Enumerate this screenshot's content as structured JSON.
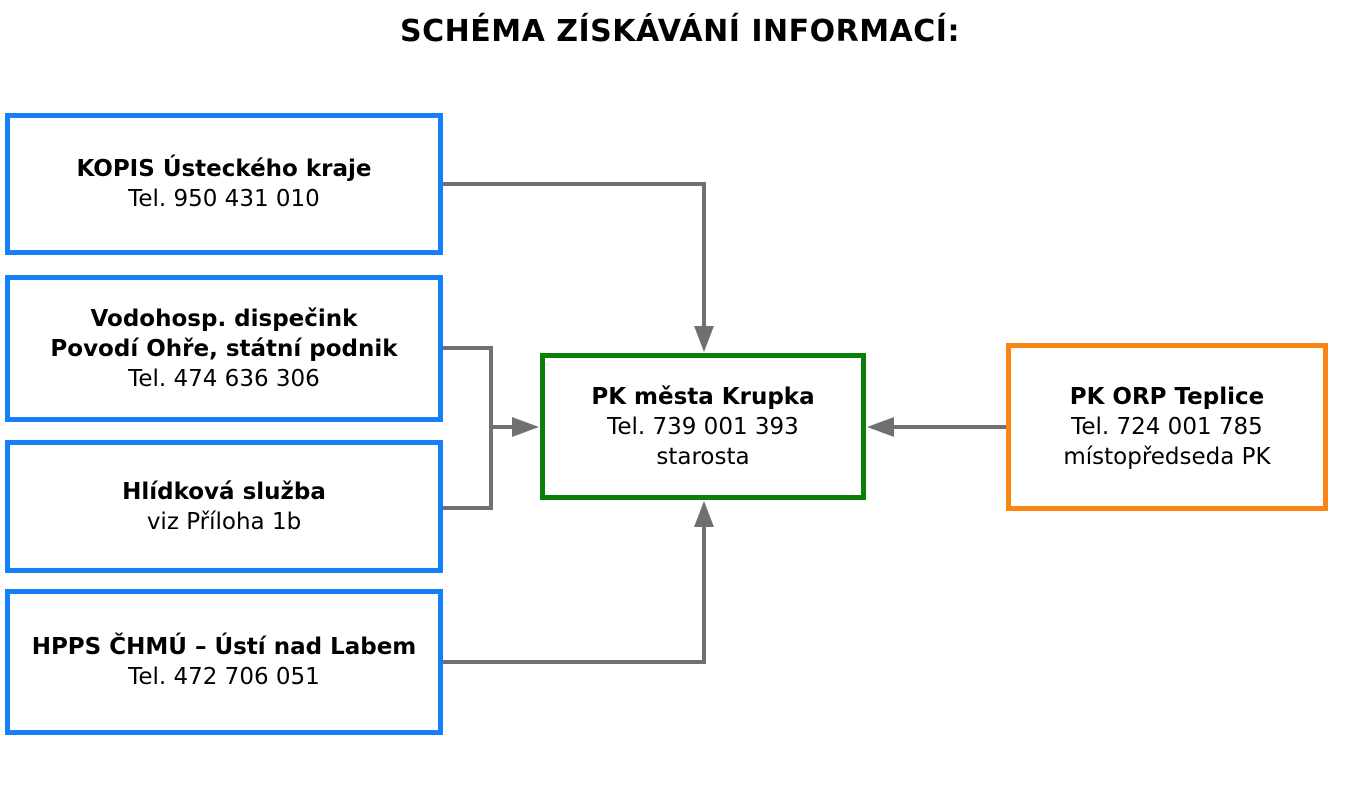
{
  "title": "SCHÉMA ZÍSKÁVÁNÍ INFORMACÍ:",
  "colors": {
    "source_border": "#1580F8",
    "center_border": "#0A7F0A",
    "orp_border": "#FA8514",
    "arrow": "#707070"
  },
  "nodes": {
    "kopis": {
      "name": "KOPIS Ústeckého kraje",
      "line2": "Tel. 950 431 010"
    },
    "vodo": {
      "name1": "Vodohosp. dispečink",
      "name2": "Povodí Ohře, státní podnik",
      "line2": "Tel. 474 636 306"
    },
    "hlidka": {
      "name": "Hlídková služba",
      "line2": "viz Příloha 1b"
    },
    "hpps": {
      "name": "HPPS ČHMÚ – Ústí nad Labem",
      "line2": "Tel. 472 706 051"
    },
    "krupka": {
      "name": "PK města Krupka",
      "line2": "Tel. 739 001 393",
      "line3": "starosta"
    },
    "teplice": {
      "name": "PK ORP Teplice",
      "line2": "Tel. 724 001 785",
      "line3": "místopředseda PK"
    }
  }
}
